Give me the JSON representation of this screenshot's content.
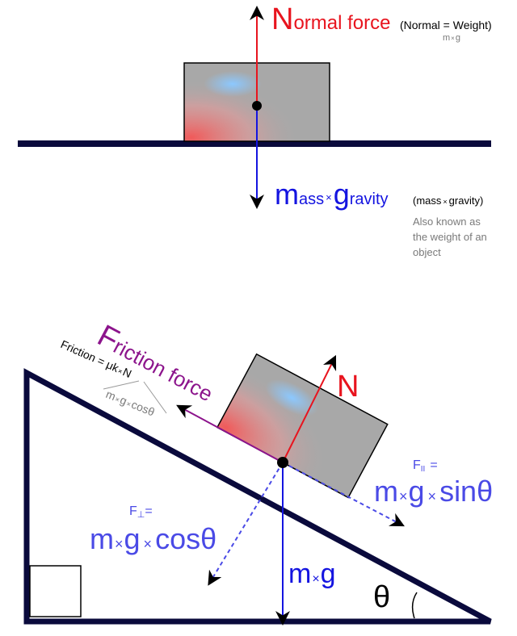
{
  "top": {
    "normal_big": "N",
    "normal_rest": "ormal force",
    "normal_note": "(Normal = Weight)",
    "normal_sub": {
      "a": "m",
      "op": "×",
      "b": "g"
    },
    "mass_big": "m",
    "mass_small": "ass",
    "times": "×",
    "gravity_big": "g",
    "gravity_small": "ravity",
    "weight_note": {
      "a": "(mass",
      "op": "×",
      "b": "gravity)"
    },
    "aka_lines": [
      "Also known as",
      "the weight of an",
      "object"
    ]
  },
  "incline": {
    "friction_big": "F",
    "friction_rest": "riction force",
    "friction_eq": {
      "a": "Friction = μk",
      "op": "×",
      "b": "N"
    },
    "friction_sub": {
      "a": "m",
      "op1": "×",
      "b": "g",
      "op2": "×",
      "c": "cosθ"
    },
    "normal_label": "N",
    "weight_label": {
      "a": "m",
      "op": "×",
      "b": "g"
    },
    "f_parallel_label": "F",
    "f_parallel_sub": "II",
    "f_parallel_eq": "=",
    "f_parallel_value": {
      "a": "m",
      "op1": "×",
      "b": "g",
      "op2": "×",
      "c": "sinθ"
    },
    "f_perp_label": "F",
    "f_perp_sub": "⊥",
    "f_perp_eq": "=",
    "f_perp_value": {
      "a": "m",
      "op1": "×",
      "b": "g",
      "op2": "×",
      "c": "cosθ"
    },
    "angle_label": "θ"
  },
  "colors": {
    "surface": "#0a0a3c",
    "normal": "#e8141e",
    "mass": "#1414e0",
    "friction": "#8c148c",
    "components": "#4a4ae6",
    "note_gray": "#7a7a7a",
    "block_gray": "#a8a8a8",
    "block_red": "#f05a5a",
    "block_blue": "#8cc8ff"
  }
}
